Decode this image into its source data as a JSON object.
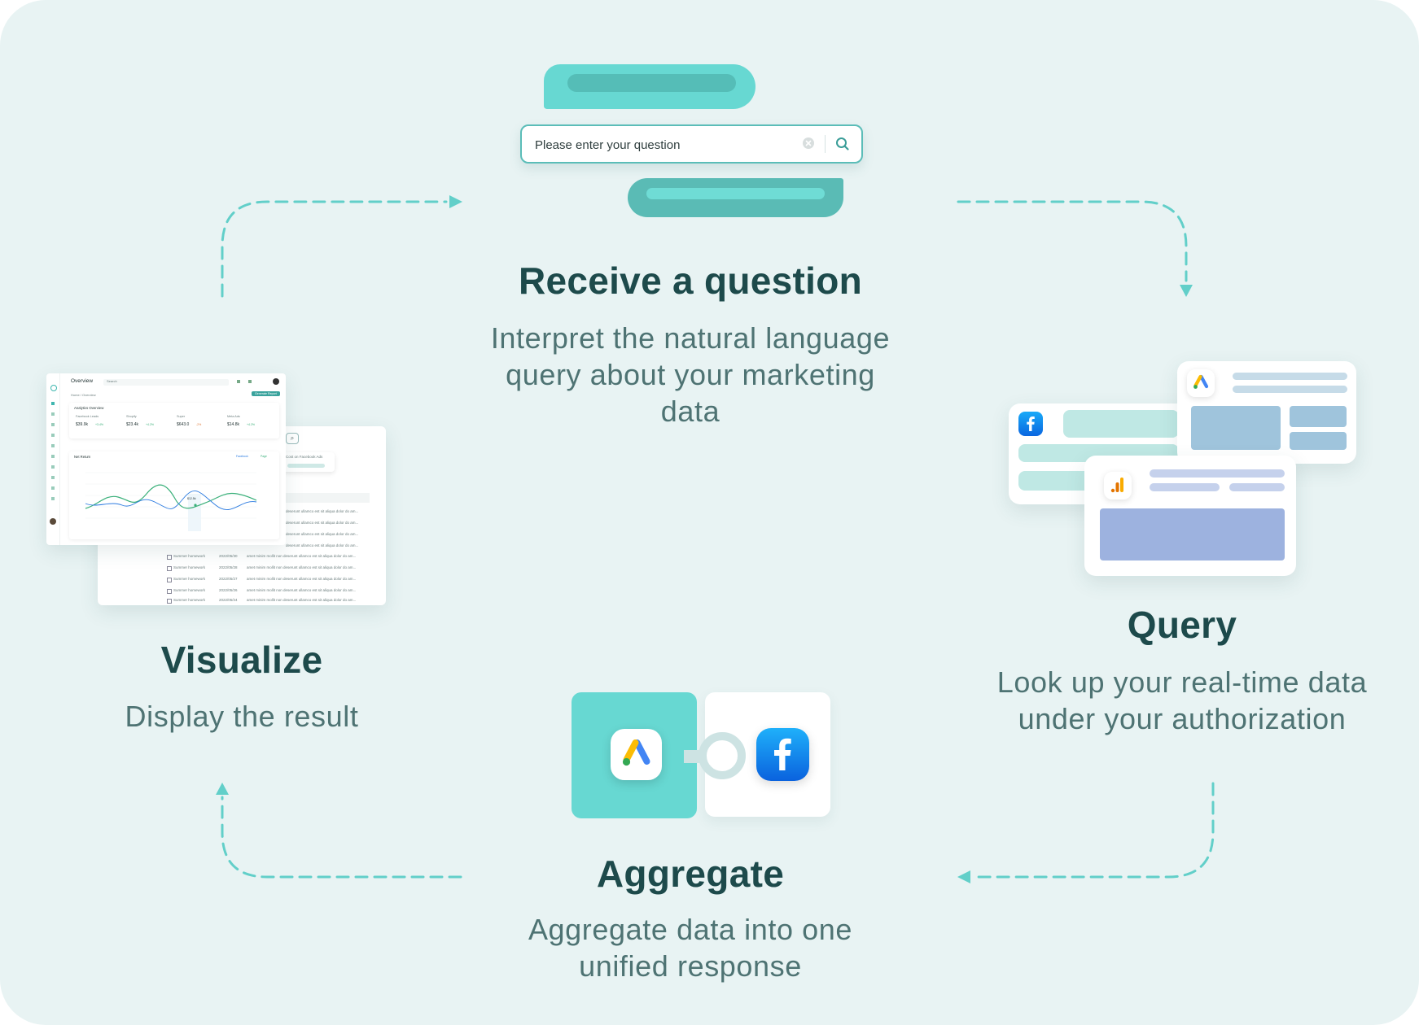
{
  "search": {
    "placeholder": "Please enter your question"
  },
  "steps": {
    "receive": {
      "title": "Receive a question",
      "description_lines": [
        "Interpret the natural language",
        "query about your marketing",
        "data"
      ]
    },
    "query": {
      "title": "Query",
      "description_lines": [
        "Look up your real-time data",
        "under your authorization"
      ]
    },
    "aggregate": {
      "title": "Aggregate",
      "description_lines": [
        "Aggregate data into one",
        "unified response"
      ]
    },
    "visualize": {
      "title": "Visualize",
      "description_lines": [
        "Display the result"
      ]
    }
  },
  "dashboard": {
    "title": "Overview",
    "search_placeholder": "Search",
    "breadcrumb": "Home / Overview",
    "button": "Generate Report",
    "section": "Analytics Overview",
    "metrics": [
      {
        "label": "Facebook Leads",
        "value": "$39.9k",
        "delta": "+3.4%"
      },
      {
        "label": "Shopify",
        "value": "$23.4k",
        "delta": "+4.2%"
      },
      {
        "label": "Super",
        "value": "$643.0",
        "delta": "-2%"
      },
      {
        "label": "Meta Ads",
        "value": "$14.8k",
        "delta": "+4.2%"
      }
    ],
    "chart_title": "Net Return",
    "chart_legend": [
      "Facebook",
      "Page"
    ],
    "tooltip": "$12.5k",
    "chip": "Cost on Facebook Ads",
    "rows": [
      {
        "name": "Summer homework",
        "date": "2022/05/30",
        "text": "amet minim mollit non deserunt ullamco est sit aliqua dolor do am..."
      },
      {
        "name": "Summer homework",
        "date": "2022/05/28",
        "text": "amet minim mollit non deserunt ullamco est sit aliqua dolor do am..."
      },
      {
        "name": "Summer homework",
        "date": "2022/05/27",
        "text": "amet minim mollit non deserunt ullamco est sit aliqua dolor do am..."
      },
      {
        "name": "Summer homework",
        "date": "2022/05/26",
        "text": "amet minim mollit non deserunt ullamco est sit aliqua dolor do am..."
      },
      {
        "name": "Summer homework",
        "date": "2022/05/24",
        "text": "amet minim mollit non deserunt ullamco est sit aliqua dolor do am..."
      }
    ],
    "partial_rows": [
      "deserunt ullamco est sit aliqua dolor do am...",
      "deserunt ullamco est sit aliqua dolor do am...",
      "deserunt ullamco est sit aliqua dolor do am...",
      "deserunt ullamco est sit aliqua dolor do am..."
    ]
  },
  "icons": {
    "search_clear": "clear-icon",
    "search_submit": "search-icon",
    "google_ads": "google-ads-icon",
    "facebook": "facebook-icon",
    "google_analytics": "google-analytics-icon"
  },
  "colors": {
    "background": "#e8f3f3",
    "accent": "#67d8d2",
    "accent_dark": "#5abbb5",
    "title": "#1d4a4b",
    "text": "#4e7373",
    "arrow": "#62cfc9"
  }
}
